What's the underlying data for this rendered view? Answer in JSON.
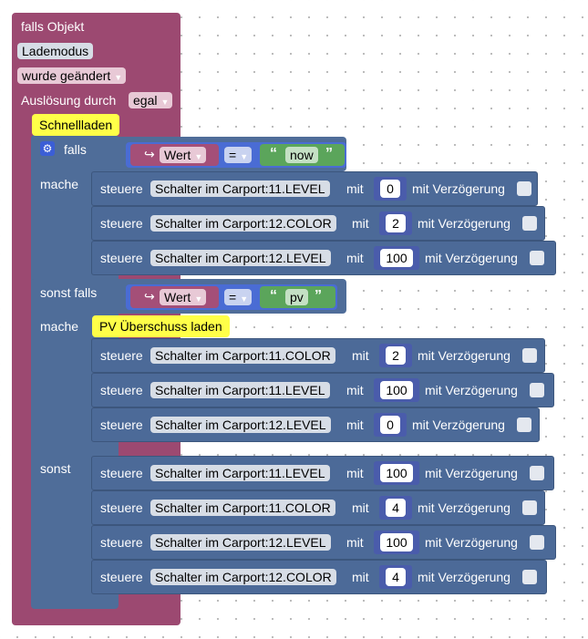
{
  "trigger": {
    "header": "falls Objekt",
    "object": "Lademodus",
    "condition": "wurde geändert",
    "by_label": "Auslösung durch",
    "by_value": "egal"
  },
  "comment_top": "Schnellladen",
  "if_block": {
    "falls": "falls",
    "mache": "mache",
    "sonst_falls": "sonst falls",
    "sonst": "sonst"
  },
  "cond1": {
    "var": "Wert",
    "op": "=",
    "value": "now"
  },
  "cond2": {
    "var": "Wert",
    "op": "=",
    "value": "pv"
  },
  "comment_mid": "PV Überschuss laden",
  "stmt_labels": {
    "steuere": "steuere",
    "mit": "mit",
    "delay": "mit Verzögerung"
  },
  "branch1": [
    {
      "target": "Schalter im Carport:11.LEVEL",
      "value": "0"
    },
    {
      "target": "Schalter im Carport:12.COLOR",
      "value": "2"
    },
    {
      "target": "Schalter im Carport:12.LEVEL",
      "value": "100"
    }
  ],
  "branch2": [
    {
      "target": "Schalter im Carport:11.COLOR",
      "value": "2"
    },
    {
      "target": "Schalter im Carport:11.LEVEL",
      "value": "100"
    },
    {
      "target": "Schalter im Carport:12.LEVEL",
      "value": "0"
    }
  ],
  "branch3": [
    {
      "target": "Schalter im Carport:11.LEVEL",
      "value": "100"
    },
    {
      "target": "Schalter im Carport:11.COLOR",
      "value": "4"
    },
    {
      "target": "Schalter im Carport:12.LEVEL",
      "value": "100"
    },
    {
      "target": "Schalter im Carport:12.COLOR",
      "value": "4"
    }
  ],
  "colors": {
    "trigger_block": "#9c4971",
    "if_block": "#4f6d99",
    "statement_block": "#4c6a98",
    "string_block": "#5ba55b",
    "compare_block": "#4a6cd4",
    "variable_block": "#a44f78",
    "comment": "#ffff48"
  }
}
